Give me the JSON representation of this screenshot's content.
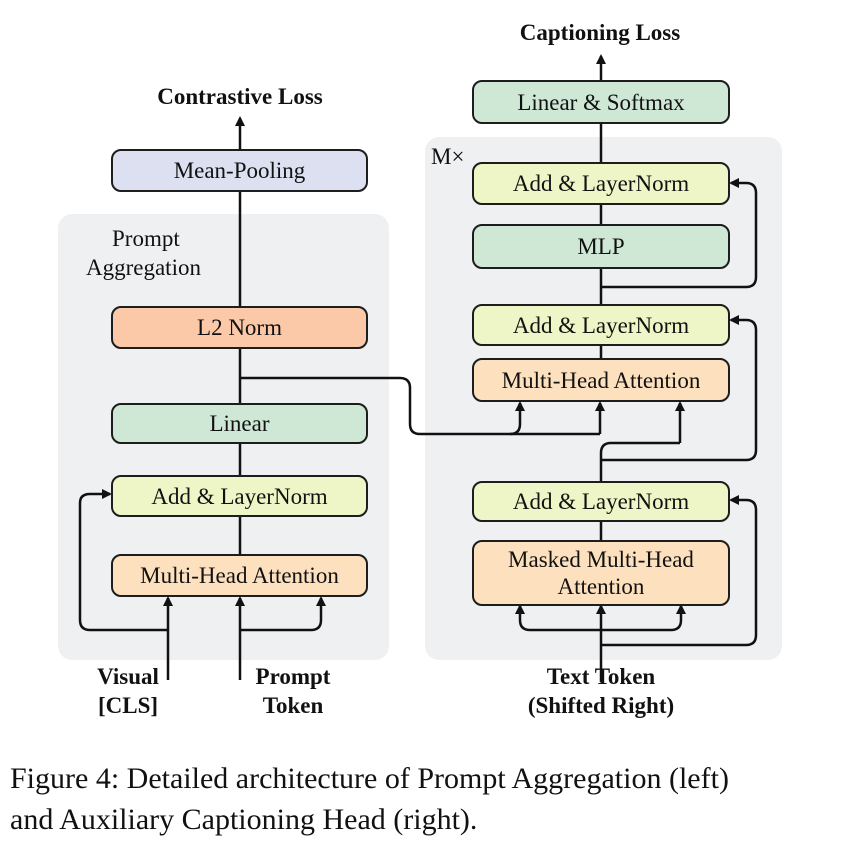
{
  "left": {
    "output_label": "Contrastive Loss",
    "region_label_line1": "Prompt",
    "region_label_line2": "Aggregation",
    "mean_pooling": "Mean-Pooling",
    "l2_norm": "L2 Norm",
    "linear": "Linear",
    "add_norm": "Add & LayerNorm",
    "mha": "Multi-Head Attention",
    "input_visual_line1": "Visual",
    "input_visual_line2": "[CLS]",
    "input_prompt_line1": "Prompt",
    "input_prompt_line2": "Token"
  },
  "right": {
    "output_label": "Captioning Loss",
    "linear_softmax": "Linear & Softmax",
    "repeat_label": "M×",
    "add_norm_top": "Add & LayerNorm",
    "mlp": "MLP",
    "add_norm_mid": "Add & LayerNorm",
    "mha": "Multi-Head Attention",
    "add_norm_bottom": "Add & LayerNorm",
    "masked_mha_line1": "Masked Multi-Head",
    "masked_mha_line2": "Attention",
    "input_line1": "Text Token",
    "input_line2": "(Shifted Right)"
  },
  "caption": {
    "line1": "Figure 4: Detailed architecture of Prompt Aggregation (left)",
    "line2": "and Auxiliary Captioning Head (right)."
  },
  "colors": {
    "green": "#cfe8d5",
    "yellow": "#eef5c6",
    "orange": "#fbc8a8",
    "peach": "#fde0bd",
    "lavender": "#dce0f1",
    "region": "#eff0f2"
  }
}
